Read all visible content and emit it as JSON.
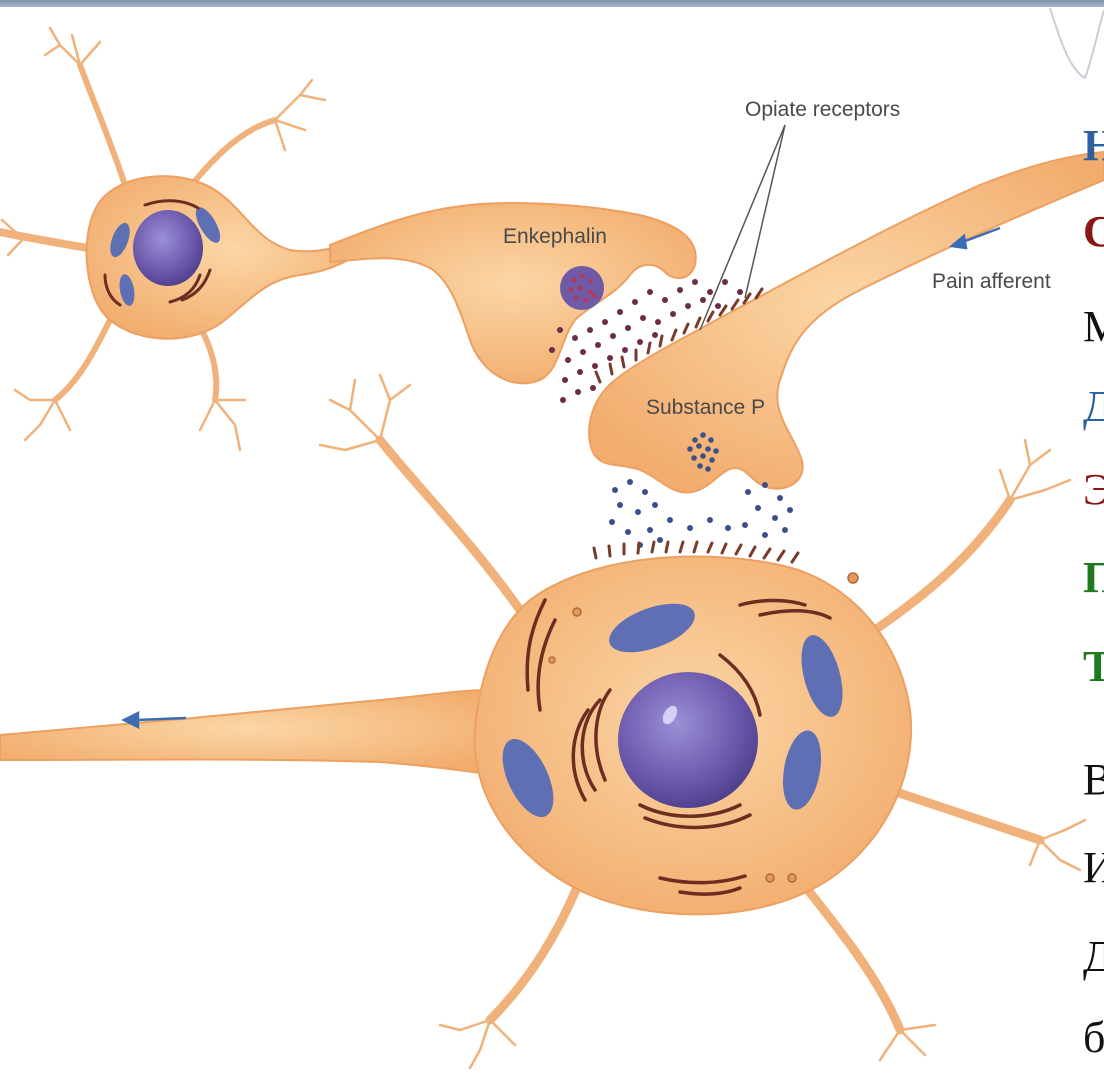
{
  "diagram": {
    "labels": {
      "opiate_receptors": "Opiate receptors",
      "enkephalin": "Enkephalin",
      "pain_afferent": "Pain afferent",
      "substance_p": "Substance P"
    },
    "colors": {
      "cytoplasm": "#f8c68f",
      "membrane": "#eca062",
      "nucleus": "#7664b4",
      "mitochondria": "#5f6fb3",
      "er": "#6e2d20",
      "arrow": "#3c6cb4",
      "vesicle_enkephalin": "#7a3850",
      "vesicle_substance_p": "#39508a"
    }
  },
  "side_text": {
    "lines": [
      {
        "text": "Н",
        "color": "#2e5f9e",
        "weight": "bold"
      },
      {
        "text": "С",
        "color": "#8b1414",
        "weight": "bold"
      },
      {
        "text": "М",
        "color": "#111111",
        "weight": "normal"
      },
      {
        "text": "Д",
        "color": "#2e5f9e",
        "weight": "normal"
      },
      {
        "text": "Э",
        "color": "#8b1414",
        "weight": "normal"
      },
      {
        "text": "П",
        "color": "#1f7a1f",
        "weight": "bold"
      },
      {
        "text": "Т",
        "color": "#1f7a1f",
        "weight": "bold"
      },
      {
        "text": "В",
        "color": "#111111",
        "weight": "normal"
      },
      {
        "text": "И",
        "color": "#111111",
        "weight": "normal"
      },
      {
        "text": "Д",
        "color": "#111111",
        "weight": "normal"
      },
      {
        "text": "б",
        "color": "#111111",
        "weight": "normal"
      }
    ]
  }
}
